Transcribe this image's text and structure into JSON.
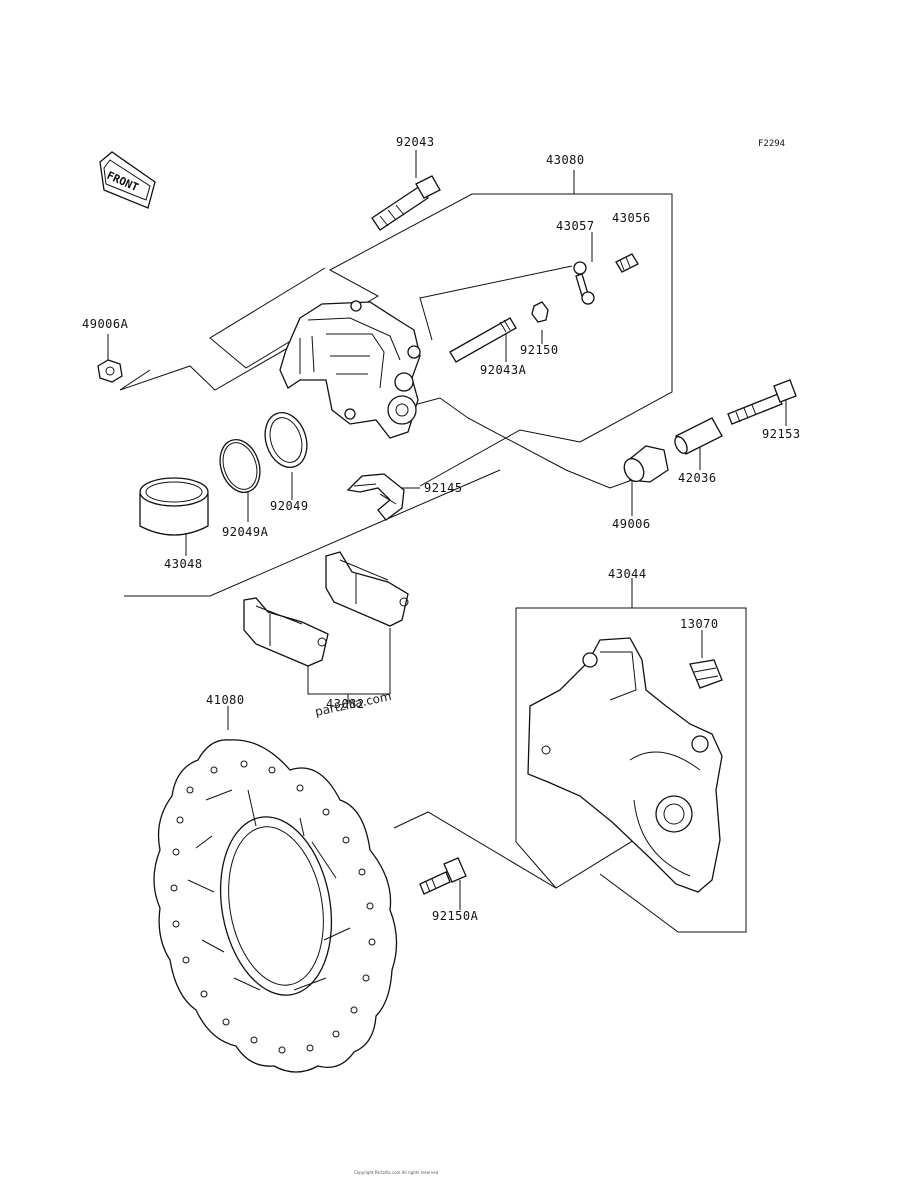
{
  "figure_code": "F2294",
  "front_label": "FRONT",
  "watermark": "partzilla.com",
  "copyright": "Copyright Partzilla.com All rights reserved",
  "labels": {
    "p92043": "92043",
    "p43080": "43080",
    "p43057": "43057",
    "p43056": "43056",
    "p49006A": "49006A",
    "p92150": "92150",
    "p92043A": "92043A",
    "p92153": "92153",
    "p42036": "42036",
    "p49006": "49006",
    "p92145": "92145",
    "p92049": "92049",
    "p92049A": "92049A",
    "p43048": "43048",
    "p43044": "43044",
    "p13070": "13070",
    "p43082": "43082",
    "p41080": "41080",
    "p92150A": "92150A"
  }
}
